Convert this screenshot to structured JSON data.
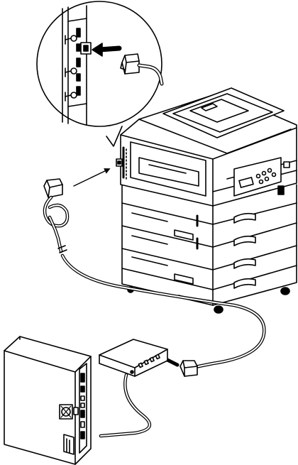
{
  "figure": {
    "kind": "network-connection-illustration",
    "style": "black line art on white",
    "parts": [
      "printer-with-stacked-paper-trays",
      "ethernet-port-callout-magnifier",
      "rj45-cable-plug",
      "network-hub",
      "desktop-tower-computer"
    ],
    "hub_ports": 4
  },
  "colors": {
    "line": "#000000",
    "fill": "#ffffff",
    "shade": "#d9d9d9"
  }
}
